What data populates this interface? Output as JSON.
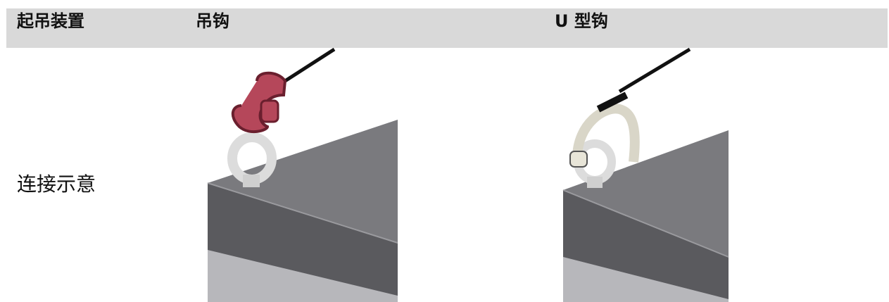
{
  "table": {
    "header": {
      "col1": "起吊装置",
      "col2": "吊钩",
      "col3": "U 型钩"
    },
    "row_label": "连接示意"
  }
}
